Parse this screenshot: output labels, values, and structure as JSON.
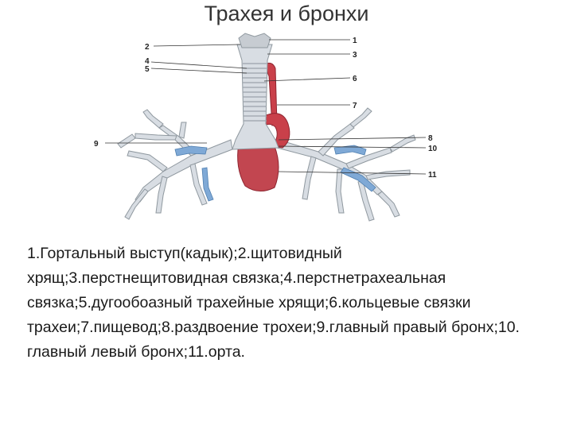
{
  "slide": {
    "title": "Трахея и бронхи",
    "caption": "1.Гортальный выступ(кадык);2.щитовидный хрящ;3.перстнещитовидная связка;4.перстнетрахеальная связка;5.дугообоазный трахейные хрящи;6.кольцевые связки трахеи;7.пищевод;8.раздвоение трохеи;9.главный правый бронх;10. главный левый бронх;11.орта."
  },
  "figure": {
    "callout_numbers": {
      "n1": "1",
      "n2": "2",
      "n3": "3",
      "n4": "4",
      "n5": "5",
      "n6": "6",
      "n7": "7",
      "n8": "8",
      "n9": "9",
      "n10": "10",
      "n11": "11"
    },
    "colors": {
      "airway": "#d8dde3",
      "airway_outline": "#8f989f",
      "artery": "#c9404a",
      "artery_dark": "#8f2530",
      "vein": "#7fa9d6",
      "leader": "#333333"
    }
  }
}
